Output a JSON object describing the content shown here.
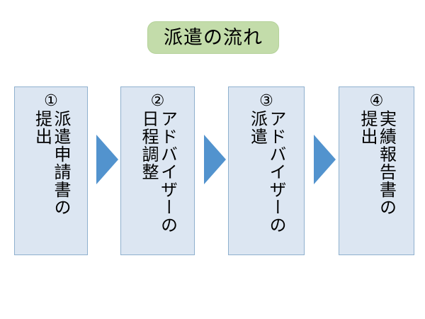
{
  "diagram": {
    "title": "派遣の流れ",
    "title_color": "#c3dcaa",
    "box_fill_color": "#dce6f2",
    "box_border_color": "#8fb0ce",
    "arrow_color": "#5293ce",
    "steps": [
      {
        "number": "①",
        "text_main": "派遣申請書の",
        "text_secondary": "提出",
        "full_text": "①派遣申請書の提出"
      },
      {
        "number": "②",
        "text_main": "アドバイザーの",
        "text_secondary": "日程調整",
        "full_text": "②アドバイザーの日程調整"
      },
      {
        "number": "③",
        "text_main": "アドバイザーの",
        "text_secondary": "派遣",
        "full_text": "③アドバイザーの派遣"
      },
      {
        "number": "④",
        "text_main": "実績報告書の",
        "text_secondary": "提出",
        "full_text": "④実績報告書の提出"
      }
    ],
    "arrows": [
      {
        "name": "arrow-step1-to-step2"
      },
      {
        "name": "arrow-step2-to-step3"
      },
      {
        "name": "arrow-step3-to-step4"
      }
    ]
  }
}
